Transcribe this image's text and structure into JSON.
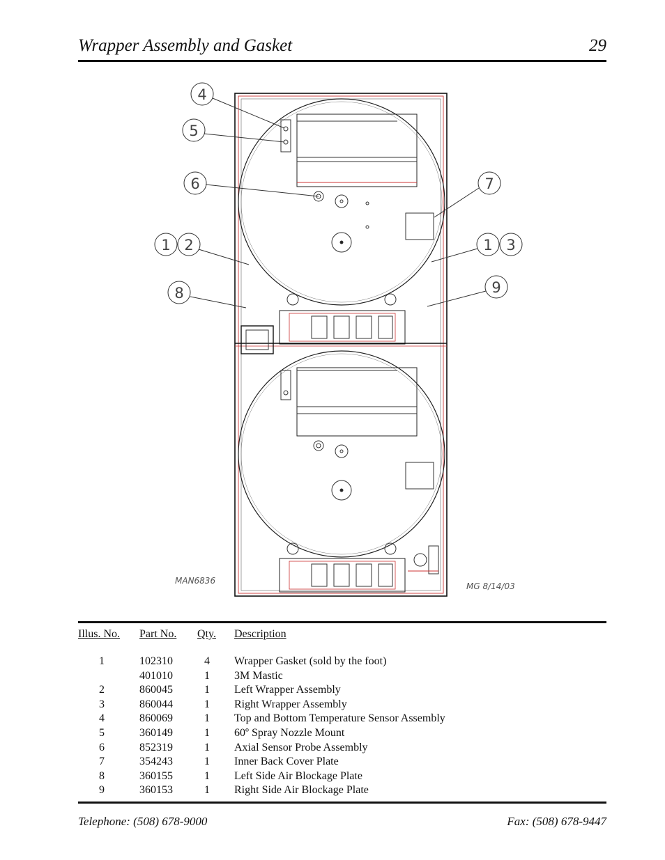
{
  "header": {
    "title": "Wrapper Assembly and Gasket",
    "page_number": "29"
  },
  "drawing": {
    "callouts": [
      "4",
      "5",
      "6",
      "7",
      "1",
      "2",
      "1",
      "3",
      "8",
      "9"
    ],
    "drawing_number": "MAN6836",
    "drafter_date": "MG 8/14/03"
  },
  "parts_table": {
    "headers": {
      "illus": "Illus. No.",
      "part": "Part No.",
      "qty": "Qty.",
      "desc": "Description"
    },
    "rows": [
      {
        "illus": "1",
        "part": "102310",
        "qty": "4",
        "desc": "Wrapper Gasket (sold by the foot)"
      },
      {
        "illus": "",
        "part": "401010",
        "qty": "1",
        "desc": "3M Mastic"
      },
      {
        "illus": "2",
        "part": "860045",
        "qty": "1",
        "desc": "Left Wrapper Assembly"
      },
      {
        "illus": "3",
        "part": "860044",
        "qty": "1",
        "desc": "Right Wrapper Assembly"
      },
      {
        "illus": "4",
        "part": "860069",
        "qty": "1",
        "desc": "Top and Bottom Temperature Sensor Assembly"
      },
      {
        "illus": "5",
        "part": "360149",
        "qty": "1",
        "desc": "60º Spray Nozzle Mount"
      },
      {
        "illus": "6",
        "part": "852319",
        "qty": "1",
        "desc": "Axial Sensor Probe Assembly"
      },
      {
        "illus": "7",
        "part": "354243",
        "qty": "1",
        "desc": "Inner Back Cover Plate"
      },
      {
        "illus": "8",
        "part": "360155",
        "qty": "1",
        "desc": "Left Side Air Blockage Plate"
      },
      {
        "illus": "9",
        "part": "360153",
        "qty": "1",
        "desc": "Right Side Air Blockage Plate"
      }
    ]
  },
  "footer": {
    "telephone": "Telephone: (508) 678-9000",
    "fax": "Fax: (508) 678-9447"
  }
}
